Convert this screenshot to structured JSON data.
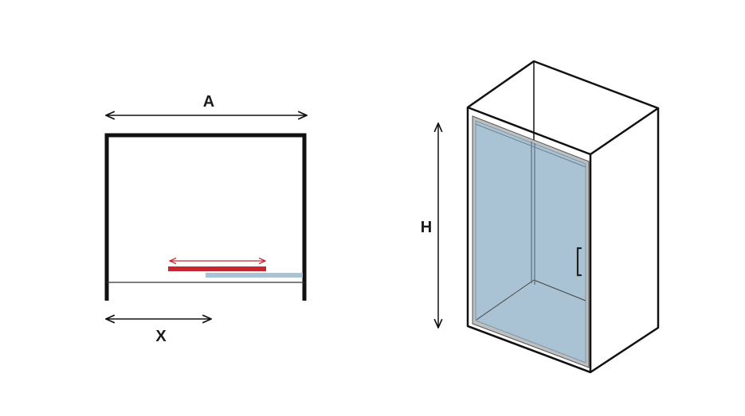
{
  "labels": {
    "width_dimension": "A",
    "opening_dimension": "X",
    "height_dimension": "H"
  },
  "colors": {
    "outline": "#111111",
    "glass": "#a9c3d4",
    "glass_edge": "#8aa4b6",
    "sliding_panel": "#c8262e",
    "fixed_panel": "#a9c3d4",
    "frame": "#bfbfbf"
  }
}
